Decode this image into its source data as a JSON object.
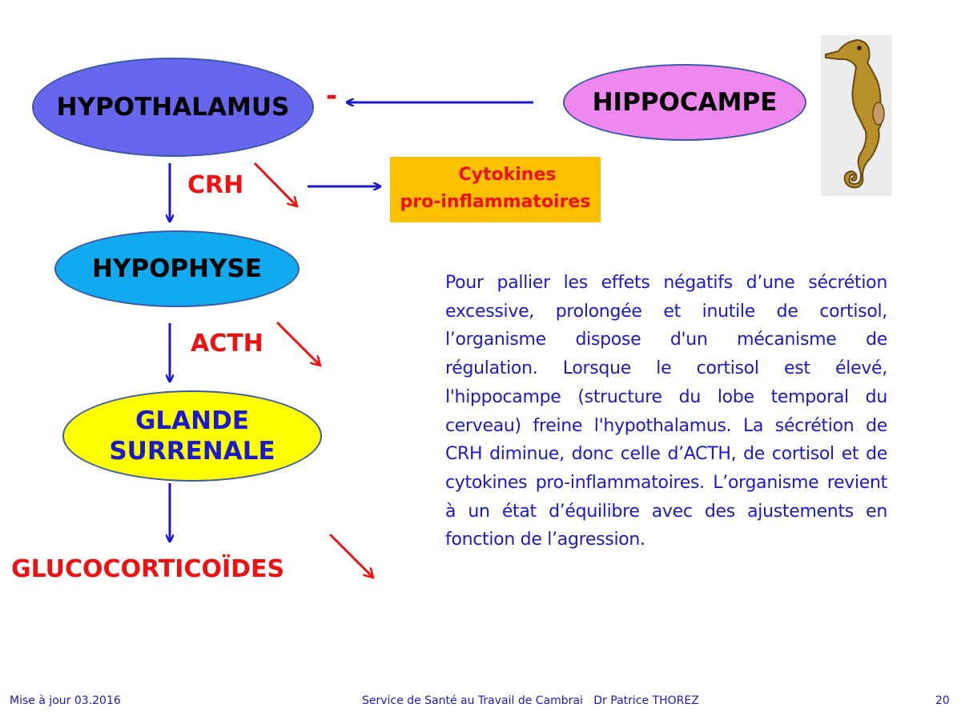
{
  "diagram": {
    "hypothalamus": "HYPOTHALAMUS",
    "hippocampe": "HIPPOCAMPE",
    "hypophyse": "HYPOPHYSE",
    "glande_line1": "GLANDE",
    "glande_line2": "SURRENALE",
    "crh": "CRH",
    "acth": "ACTH",
    "glucocorticoides": "GLUCOCORTICOÏDES",
    "inhibition_sign": "-",
    "cytokines_line1": "Cytokines",
    "cytokines_line2": "pro-inflammatoires"
  },
  "paragraph": "Pour pallier les effets négatifs d’une sécrétion excessive, prolongée et inutile de cortisol, l’organisme dispose d'un mécanisme de régulation. Lorsque le cortisol est élevé, l'hippocampe (structure du lobe temporal du cerveau) freine l'hypothalamus. La sécrétion de CRH diminue, donc celle d’ACTH, de cortisol et de cytokines pro-inflammatoires. L’organisme revient à un état d’équilibre avec des ajustements en fonction de l’agression.",
  "footer": {
    "left": "Mise à jour 03.2016",
    "center": "Service de Santé au Travail de Cambrai   Dr Patrice THOREZ",
    "page": "20"
  },
  "colors": {
    "flow_arrow": "#1a1acc",
    "decrease_arrow": "#ee1111",
    "body_text": "#1a1acc"
  }
}
